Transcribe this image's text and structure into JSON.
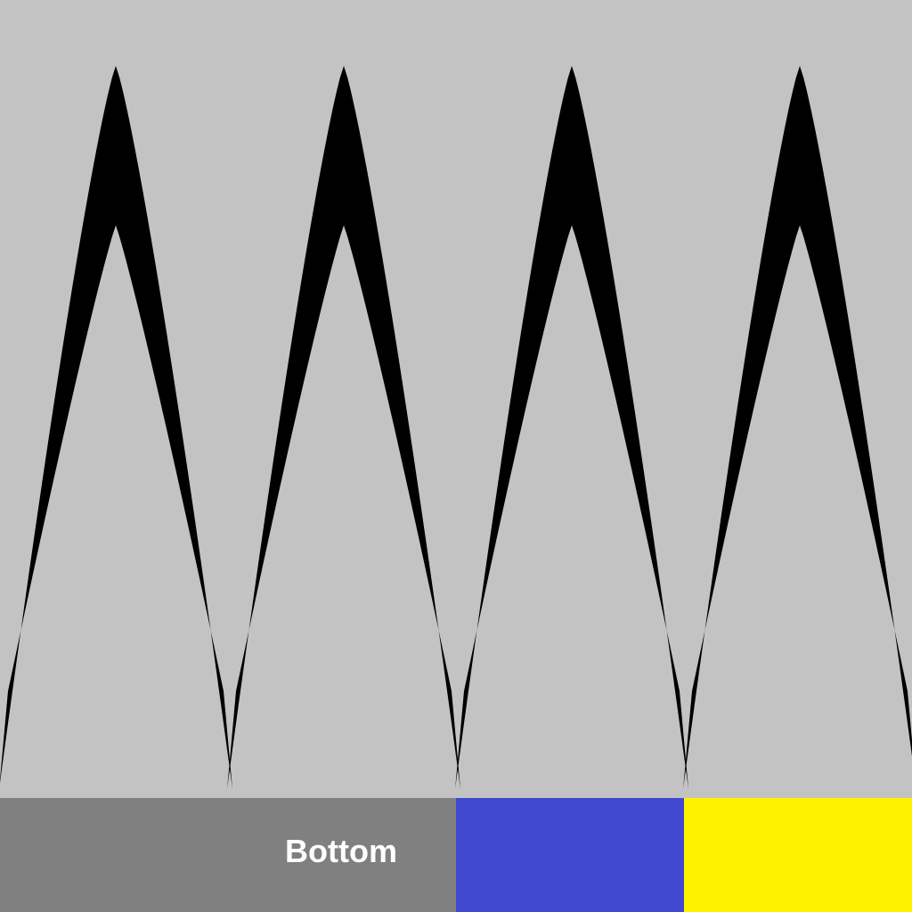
{
  "background_color": "#c3c3c3",
  "wave": {
    "color": "#000000",
    "arch_count": 4
  },
  "bottom_bar": {
    "label": "Bottom",
    "label_color": "#ffffff",
    "segments": [
      {
        "name": "gray",
        "color": "#808080"
      },
      {
        "name": "blue",
        "color": "#4049cf"
      },
      {
        "name": "yellow",
        "color": "#fff200"
      }
    ]
  }
}
